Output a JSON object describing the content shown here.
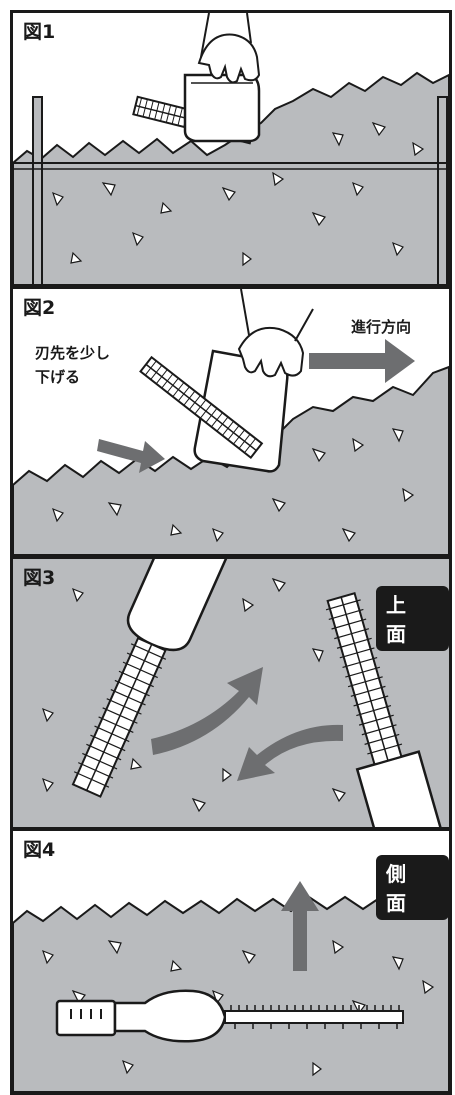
{
  "figures": [
    {
      "label": "図1"
    },
    {
      "label": "図2",
      "annotation_lines": [
        "刃先を少し",
        "下げる"
      ],
      "direction_label": "進行方向"
    },
    {
      "label": "図3",
      "view_badge": "上 面"
    },
    {
      "label": "図4",
      "view_badge": "側 面"
    }
  ],
  "colors": {
    "hedge_fill": "#b9bbbe",
    "outline": "#1a1a1a",
    "arrow": "#6d6e70",
    "badge_bg": "#1a1a1a"
  },
  "icons": [
    "hand-icon",
    "trimmer-icon",
    "blade-icon",
    "arrow-icon",
    "post-icon"
  ]
}
